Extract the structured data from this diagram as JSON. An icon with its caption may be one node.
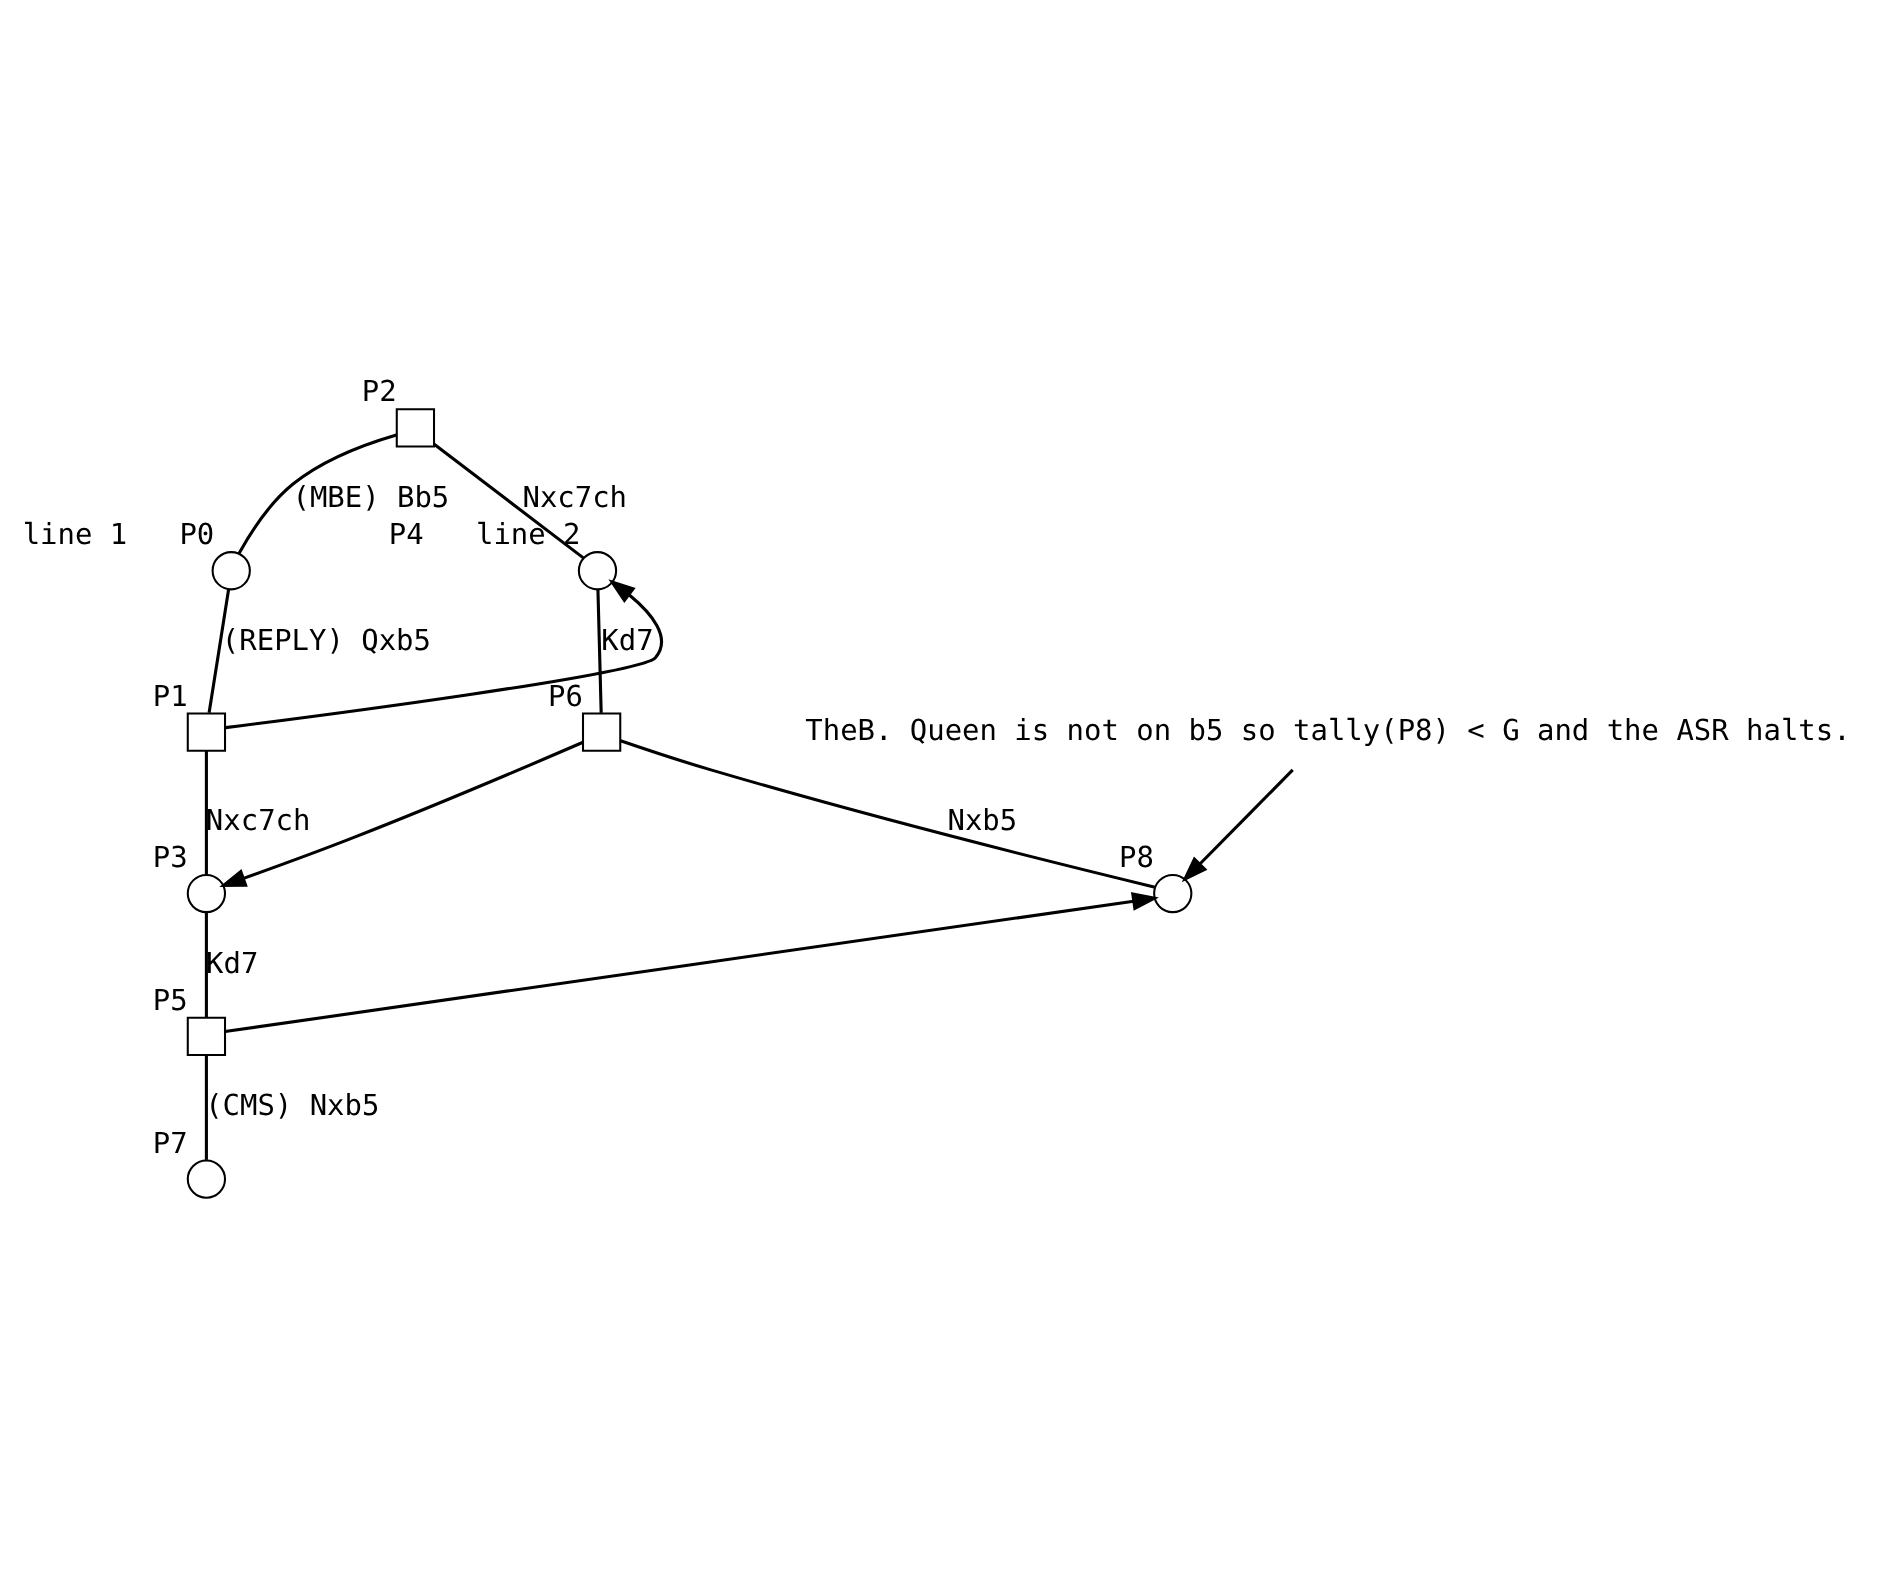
{
  "diagram": {
    "nodes": [
      {
        "text": [],
        "shape": "box",
        "beside": [
          "P2"
        ]
      },
      {
        "text": [],
        "shape": "circle",
        "beside": [
          "line 1",
          "P0"
        ]
      },
      {
        "text": [],
        "shape": "circle",
        "beside": [
          "P4",
          "line 2"
        ]
      },
      {
        "text": [],
        "shape": "box",
        "beside": [
          "P1"
        ]
      },
      {
        "text": [],
        "shape": "box",
        "beside": [
          "P6"
        ]
      },
      {
        "text": [],
        "shape": "circle",
        "beside": [
          "P3"
        ]
      },
      {
        "text": [],
        "shape": "circle",
        "beside": [
          "P8"
        ]
      },
      {
        "text": [
          "TheB. Queen is not on b5 so tally(P8) < G and the ASR halts."
        ]
      },
      {
        "text": [],
        "shape": "box",
        "beside": [
          "P5"
        ]
      },
      {
        "text": [],
        "shape": "circle",
        "beside": [
          "P7"
        ]
      }
    ],
    "edges": [
      {
        "from": 0,
        "to": 1,
        "arrow": "none",
        "label": "(MBE) Bb5"
      },
      {
        "from": 0,
        "to": 2,
        "arrow": "none",
        "label": "Nxc7ch"
      },
      {
        "from": 1,
        "to": 3,
        "arrow": "none",
        "label": "(REPLY) Qxb5"
      },
      {
        "from": 2,
        "to": 4,
        "arrow": "none",
        "label": "Kd7"
      },
      {
        "from": 3,
        "to": 5,
        "arrow": "none",
        "label": "Nxc7ch"
      },
      {
        "from": 4,
        "to": 6,
        "arrow": "none",
        "label": "Nxb5"
      },
      {
        "from": 5,
        "to": 8,
        "arrow": "none",
        "label": "Kd7"
      },
      {
        "from": 8,
        "to": 9,
        "arrow": "none",
        "label": "(CMS) Nxb5"
      },
      {
        "from": 3,
        "to": 2,
        "arrow": "to"
      },
      {
        "from": 4,
        "to": 5,
        "arrow": "to"
      },
      {
        "from": 8,
        "to": 6,
        "arrow": "to"
      },
      {
        "from": 7,
        "to": 6,
        "arrow": "to"
      }
    ]
  }
}
